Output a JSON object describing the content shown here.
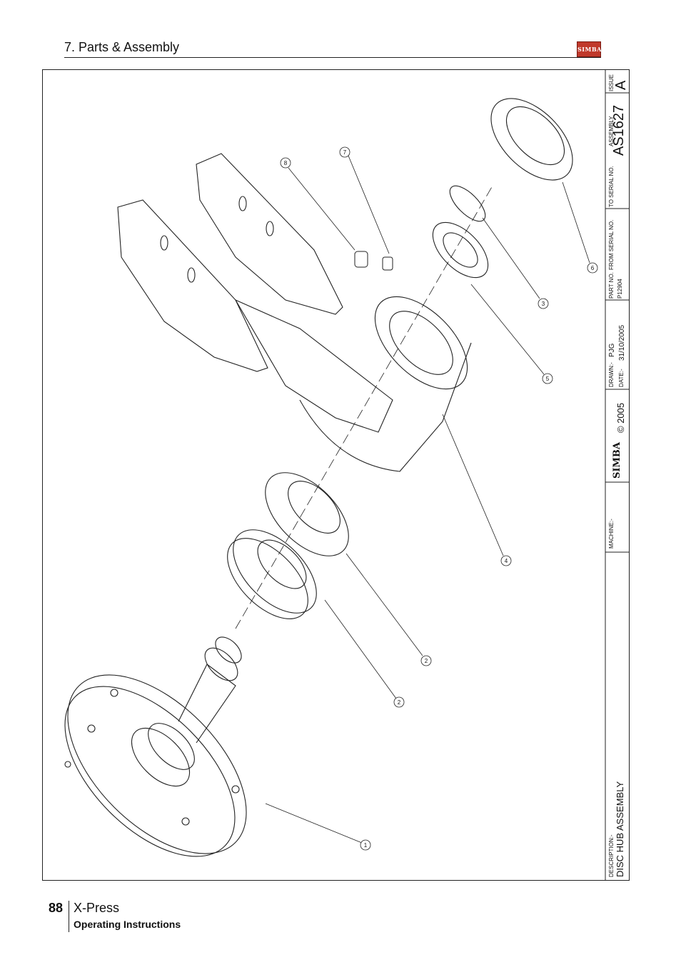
{
  "header": {
    "section_title": "7. Parts & Assembly",
    "logo_text": "SIMBA"
  },
  "title_block": {
    "description_label": "DESCRIPTION:-",
    "description": "DISC HUB ASSEMBLY",
    "machine_label": "MACHINE:-",
    "brand": "SIMBA",
    "copyright": "© 2005",
    "drawn_label": "DRAWN:-",
    "drawn_by": "PJG",
    "date_label": "DATE:-",
    "date": "31/10/2005",
    "part_no_label": "PART NO.",
    "part_no": "P12904",
    "from_serial_label": "FROM SERIAL NO.",
    "to_serial_label": "TO SERIAL NO.",
    "assembly_label": "ASSEMBLY",
    "assembly": "AS1627",
    "issue_label": "ISSUE",
    "issue": "A"
  },
  "balloons": [
    "1",
    "2",
    "2",
    "4",
    "5",
    "3",
    "6",
    "7",
    "8"
  ],
  "footer": {
    "page_number": "88",
    "product": "X-Press",
    "subtitle": "Operating Instructions"
  }
}
